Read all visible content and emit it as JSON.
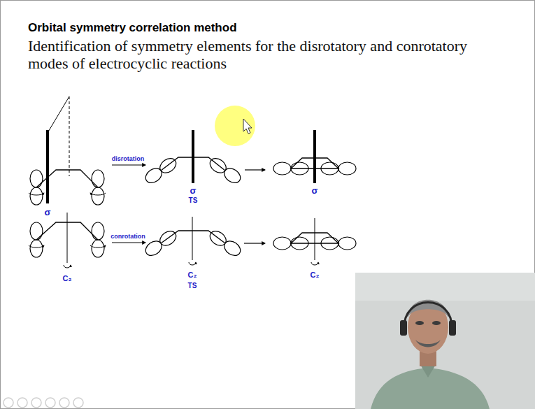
{
  "diagram": {
    "title": "Orbital symmetry correlation method",
    "labels": [
      "Identification of symmetry elements for the disrotatory and conrotatory modes of electrocyclic reactions",
      "σ",
      "disrotation",
      "σ",
      "TS",
      "σ",
      "C₂",
      "conrotation",
      "C₂",
      "TS",
      "C₂"
    ]
  }
}
